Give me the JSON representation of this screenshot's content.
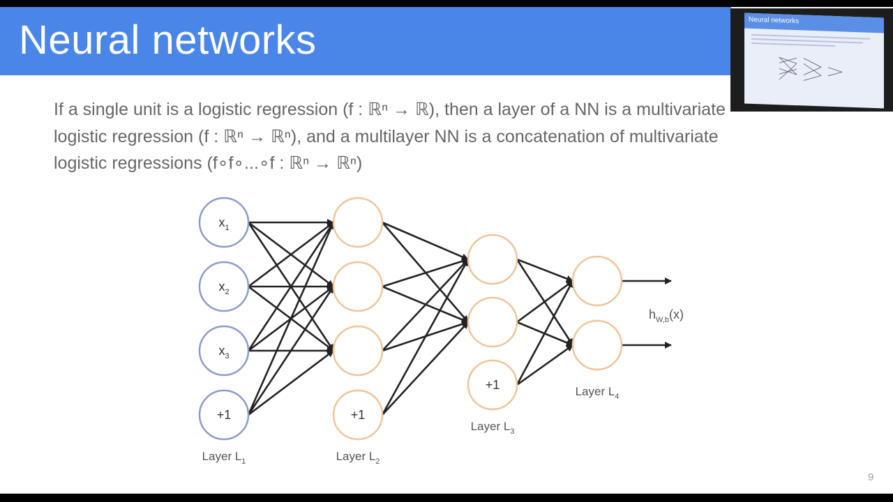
{
  "slide": {
    "title": "Neural networks",
    "body_lines": [
      "If a single unit is a logistic regression (f : ℝⁿ → ℝ), then a layer of a NN is a multivariate",
      "logistic regression (f : ℝⁿ → ℝⁿ), and a multilayer NN is a concatenation of multivariate",
      "logistic regressions (f∘f∘...∘f : ℝⁿ → ℝⁿ)"
    ],
    "slide_number": "9"
  },
  "diagram": {
    "layers": [
      {
        "label": "Layer L",
        "sub": "1",
        "nodes": [
          {
            "text": "x",
            "sub": "1"
          },
          {
            "text": "x",
            "sub": "2"
          },
          {
            "text": "x",
            "sub": "3"
          },
          {
            "text": "+1",
            "sub": ""
          }
        ]
      },
      {
        "label": "Layer L",
        "sub": "2",
        "nodes": [
          {
            "text": "",
            "sub": ""
          },
          {
            "text": "",
            "sub": ""
          },
          {
            "text": "",
            "sub": ""
          },
          {
            "text": "+1",
            "sub": ""
          }
        ]
      },
      {
        "label": "Layer L",
        "sub": "3",
        "nodes": [
          {
            "text": "",
            "sub": ""
          },
          {
            "text": "",
            "sub": ""
          },
          {
            "text": "+1",
            "sub": ""
          }
        ]
      },
      {
        "label": "Layer L",
        "sub": "4",
        "nodes": [
          {
            "text": "",
            "sub": ""
          },
          {
            "text": "",
            "sub": ""
          }
        ]
      }
    ],
    "output_label": "h",
    "output_label_sub": "W,b",
    "output_label_arg": "(x)",
    "colors": {
      "input_stroke": "#8b9cc8",
      "hidden_stroke": "#f0c49a",
      "edge": "#222222",
      "label": "#555555"
    }
  },
  "pip": {
    "title": "Neural networks"
  }
}
